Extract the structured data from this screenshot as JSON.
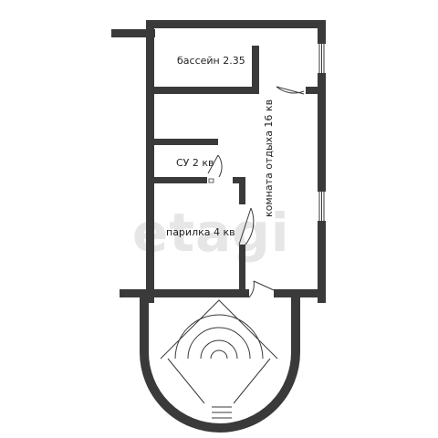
{
  "watermark": "etagi",
  "rooms": {
    "pool": "бассейн 2.35",
    "bathroom": "СУ 2 кв",
    "sauna": "парилка 4 кв",
    "lounge": "комната отдыха 16 кв"
  },
  "colors": {
    "wall": "#3a3a3a",
    "watermark": "#e6e6e6"
  }
}
